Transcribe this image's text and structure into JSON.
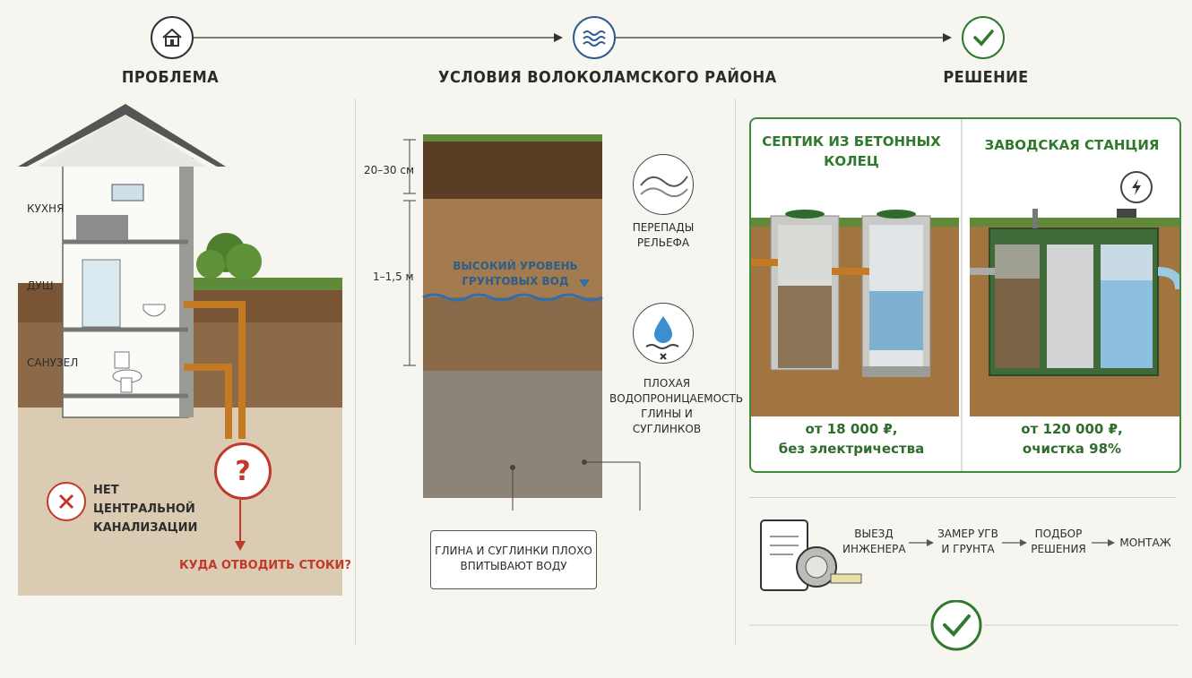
{
  "columns": {
    "problem": {
      "title": "ПРОБЛЕМА",
      "icon": "house-icon"
    },
    "conditions": {
      "title": "УСЛОВИЯ ВОЛОКОЛАМСКОГО РАЙОНА",
      "icon": "water-waves-icon"
    },
    "solution": {
      "title": "РЕШЕНИЕ",
      "icon": "checkmark-icon"
    }
  },
  "house": {
    "rooms": [
      "КУХНЯ",
      "ДУШ",
      "САНУЗЕЛ"
    ],
    "problem_text": "НЕТ ЦЕНТРАЛЬНОЙ КАНАЛИЗАЦИИ",
    "question": "КУДА ОТВОДИТЬ СТОКИ?"
  },
  "soil": {
    "depth_top": "20–30 см",
    "depth_mid": "1–1,5 м",
    "groundwater": "ВЫСОКИЙ УРОВЕНЬ ГРУНТОВЫХ ВОД",
    "relief": "ПЕРЕПАДЫ РЕЛЬЕФА",
    "permeability": "ПЛОХАЯ ВОДОПРОНИЦАЕМОСТЬ ГЛИНЫ И СУГЛИНКОВ",
    "clay_box": "ГЛИНА И СУГЛИНКИ ПЛОХО ВПИТЫВАЮТ ВОДУ"
  },
  "options": [
    {
      "title": "СЕПТИК ИЗ БЕТОННЫХ КОЛЕЦ",
      "price": "от 18 000 ₽,",
      "note": "без электричества"
    },
    {
      "title": "ЗАВОДСКАЯ СТАНЦИЯ",
      "price": "от 120 000 ₽,",
      "note": "очистка 98%"
    }
  ],
  "steps": [
    "ВЫЕЗД ИНЖЕНЕРА",
    "ЗАМЕР УГВ И ГРУНТА",
    "ПОДБОР РЕШЕНИЯ",
    "МОНТАЖ"
  ],
  "colors": {
    "accent_green": "#3e8a3a",
    "alert_red": "#c0392b",
    "water_blue": "#2f6fb0",
    "pipe_orange": "#d98a2b"
  }
}
